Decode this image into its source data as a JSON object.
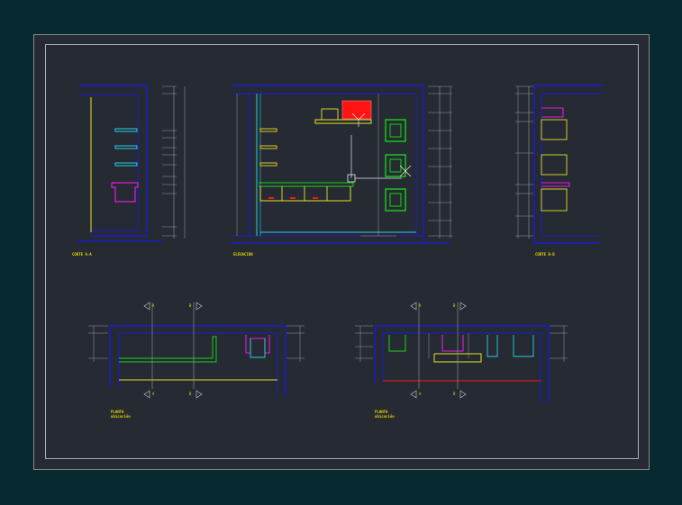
{
  "sheet": {
    "background": "#062a30",
    "paper": "#262a33",
    "colors": {
      "wall": "#1a1ad6",
      "cyan": "#27d3e6",
      "yellow": "#e6e22a",
      "magenta": "#e01ee0",
      "green": "#18d018",
      "red": "#ff1414",
      "white": "#e8e8e8",
      "dim": "#9a9a9a"
    }
  },
  "views": {
    "section_a": {
      "title": "CORTE A-A"
    },
    "elevation": {
      "title": "ELEVACION"
    },
    "section_b": {
      "title": "CORTE B-B"
    },
    "plan_1": {
      "title": "PLANTA",
      "subtitle": "ubicación"
    },
    "plan_2": {
      "title": "PLANTA",
      "subtitle": "ubicación"
    }
  },
  "section_markers": [
    "A",
    "B"
  ]
}
